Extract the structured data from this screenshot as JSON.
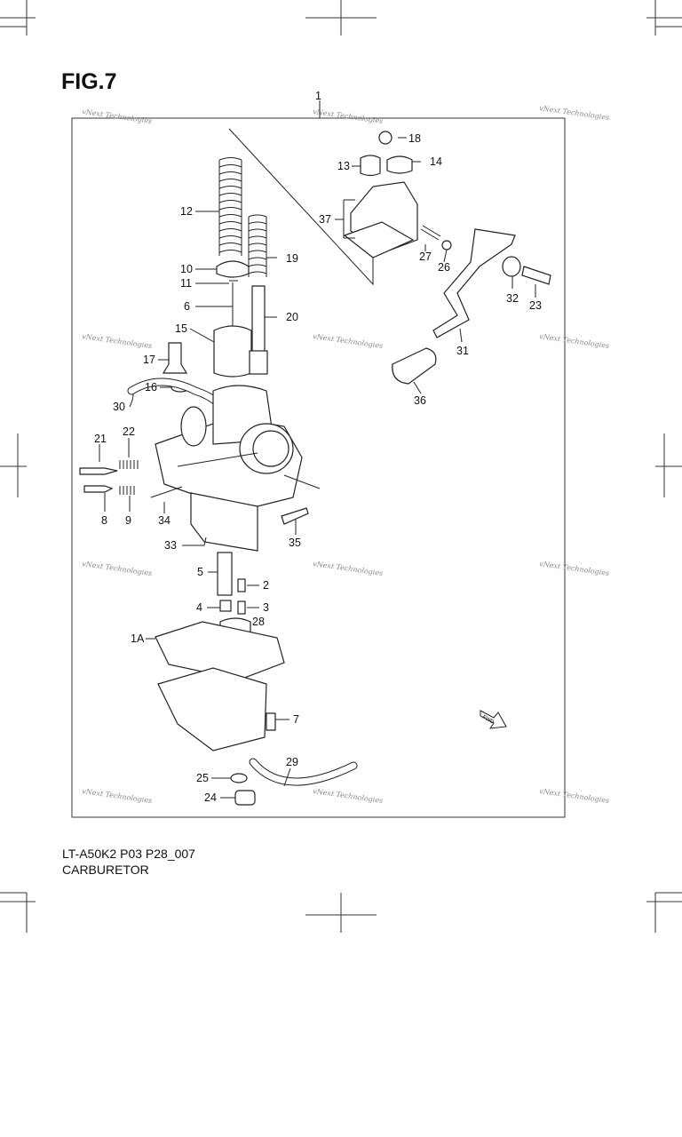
{
  "figure": {
    "title": "FIG.7",
    "code": "LT-A50K2 P03 P28_007",
    "name": "CARBURETOR"
  },
  "watermark": "vNext Technologies",
  "fwd_label": "FWD",
  "callouts": [
    "1",
    "1A",
    "2",
    "3",
    "4",
    "5",
    "6",
    "7",
    "8",
    "9",
    "10",
    "11",
    "12",
    "13",
    "14",
    "15",
    "16",
    "17",
    "18",
    "19",
    "20",
    "21",
    "22",
    "23",
    "24",
    "25",
    "26",
    "27",
    "28",
    "29",
    "30",
    "31",
    "32",
    "33",
    "34",
    "35",
    "36",
    "37"
  ]
}
